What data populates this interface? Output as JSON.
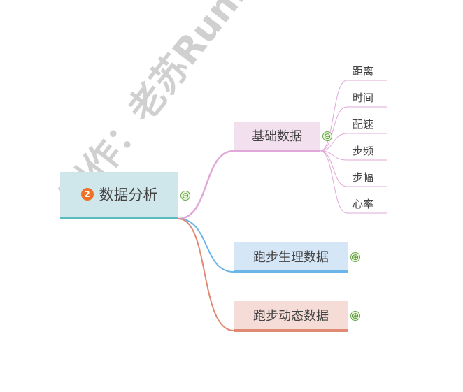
{
  "root": {
    "badge": "2",
    "label": "数据分析",
    "toggle": "⊖"
  },
  "branches": [
    {
      "label": "基础数据",
      "toggle": "⊖",
      "color": "#e0a8d8",
      "children": [
        "距离",
        "时间",
        "配速",
        "步频",
        "步幅",
        "心率"
      ]
    },
    {
      "label": "跑步生理数据",
      "toggle": "⊕",
      "color": "#6cb5e8"
    },
    {
      "label": "跑步动态数据",
      "toggle": "⊕",
      "color": "#e08a74"
    }
  ],
  "watermark": "制作：老苏Runner"
}
